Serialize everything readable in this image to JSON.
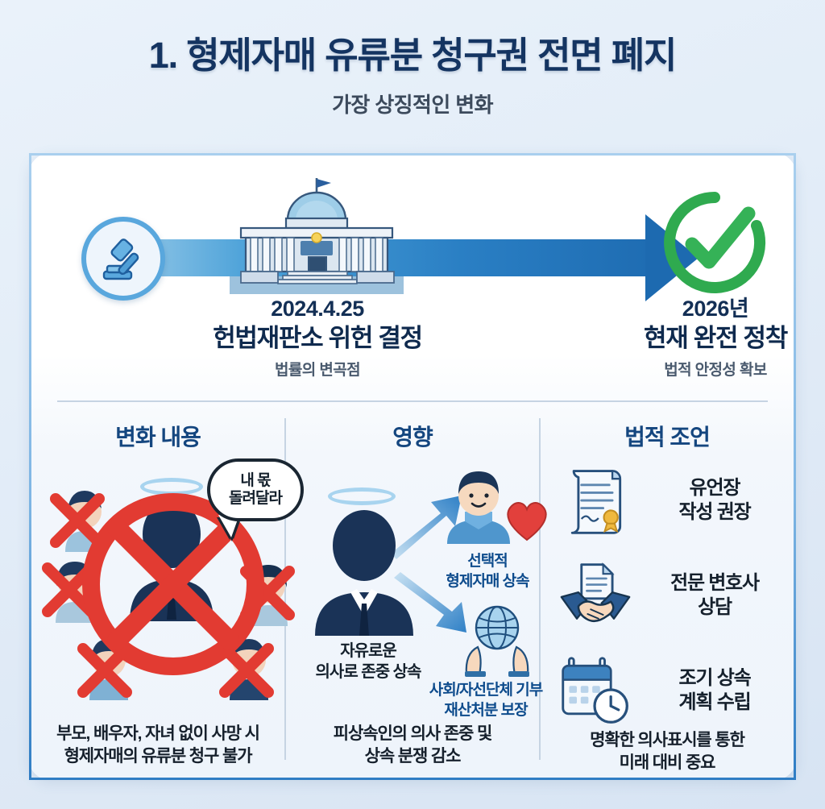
{
  "header": {
    "title": "1. 형제자매 유류분 청구권 전면 폐지",
    "subtitle": "가장 상징적인 변화"
  },
  "timeline": {
    "gavel_icon": "gavel-icon",
    "building_icon": "capitol-building-icon",
    "arrow_icon": "right-arrow-icon",
    "check_icon": "green-check-circle-icon",
    "left": {
      "date": "2024.4.25",
      "headline": "헌법재판소 위헌 결정",
      "sub": "법률의 변곡점"
    },
    "right": {
      "date": "2026년",
      "headline": "현재 완전 정착",
      "sub": "법적 안정성 확보"
    }
  },
  "columns": [
    {
      "title": "변화 내용",
      "speech_line1": "내 몫",
      "speech_line2": "돌려달라",
      "caption_line1": "부모, 배우자, 자녀 없이 사망 시",
      "caption_line2": "형제자매의 유류분 청구 불가"
    },
    {
      "title": "영향",
      "person_label_line1": "자유로운",
      "person_label_line2": "의사로 존중 상속",
      "branch_top_line1": "선택적",
      "branch_top_line2": "형제자매 상속",
      "branch_bottom_line1": "사회/자선단체 기부",
      "branch_bottom_line2": "재산처분 보장",
      "caption_line1": "피상속인의 의사 존중 및",
      "caption_line2": "상속 분쟁 감소"
    },
    {
      "title": "법적 조언",
      "items": [
        {
          "icon": "will-scroll-icon",
          "line1": "유언장",
          "line2": "작성 권장"
        },
        {
          "icon": "handshake-document-icon",
          "line1": "전문 변호사",
          "line2": "상담"
        },
        {
          "icon": "calendar-clock-icon",
          "line1": "조기 상속",
          "line2": "계획 수립"
        }
      ],
      "caption_line1": "명확한 의사표시를 통한",
      "caption_line2": "미래 대비 중요"
    }
  ],
  "colors": {
    "title_navy": "#143461",
    "accent_blue": "#2a7fc4",
    "success_green": "#2faa4f",
    "ban_red": "#e23b32",
    "heart_red": "#e2403c",
    "card_bg": "#ffffff",
    "page_bg": "#e3edf8"
  }
}
